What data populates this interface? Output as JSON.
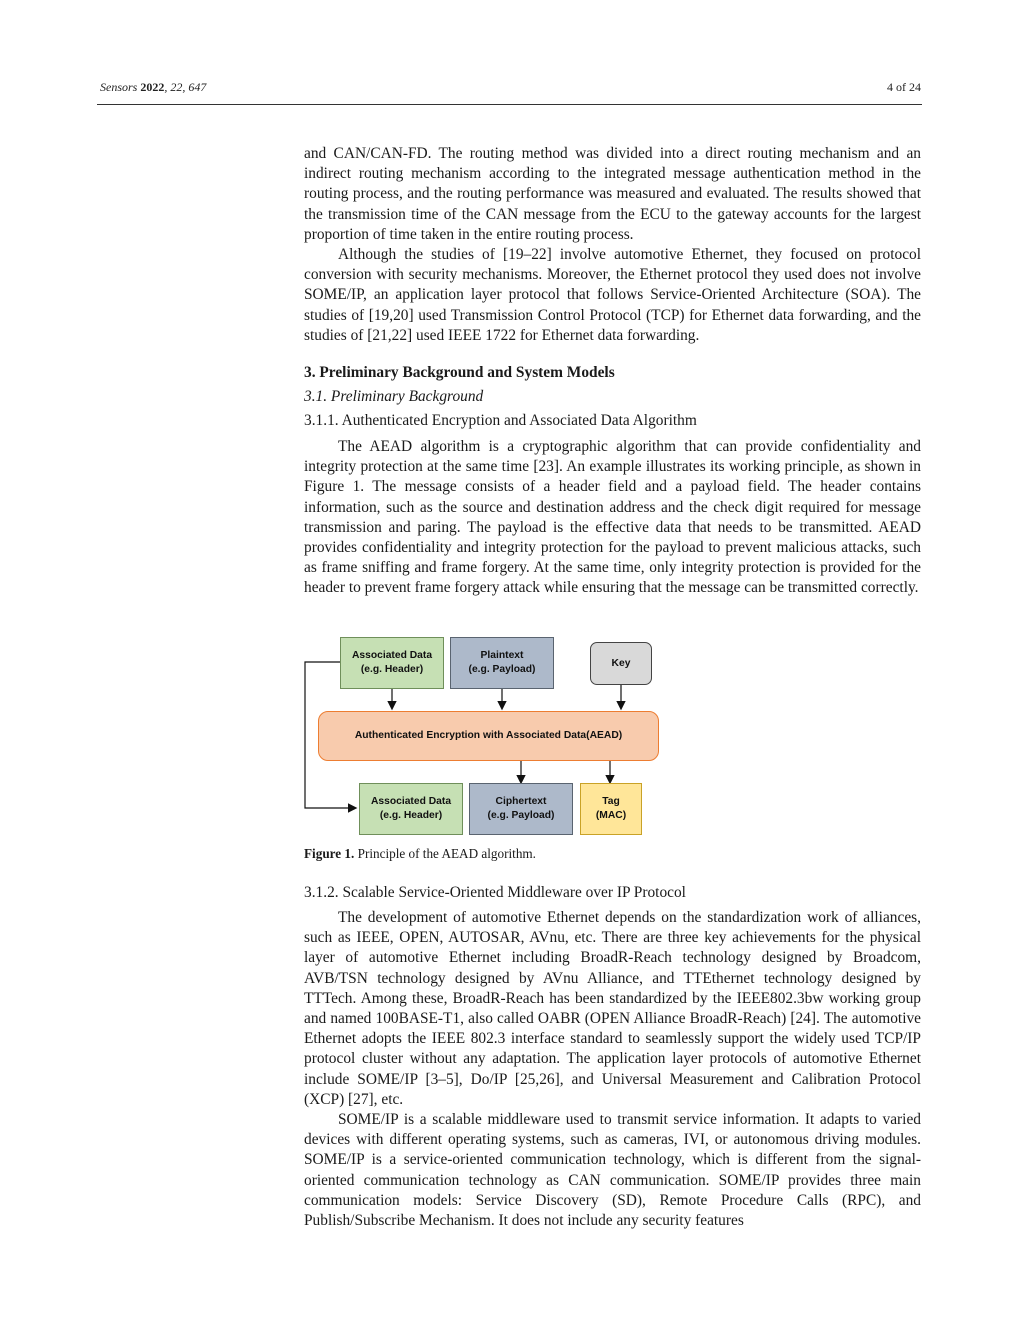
{
  "header": {
    "journal": "Sensors",
    "year": "2022",
    "volume_pages": ", 22, 647",
    "page_of": "4  of  24"
  },
  "body": {
    "p1": "and CAN/CAN-FD. The routing method was divided into a direct routing mechanism and an indirect routing mechanism according to the integrated message authentication method in the routing process, and the routing performance was measured and evaluated. The re­sults showed that the transmission time of the CAN message from the ECU to the gateway accounts for the largest proportion of time taken in the entire routing process.",
    "p2": "Although the studies of [19–22] involve automotive Ethernet, they focused on protocol conversion with security mechanisms. Moreover, the Ethernet protocol they used does not involve SOME/IP, an application layer protocol that follows Service-Oriented Architecture (SOA). The studies of [19,20] used Transmission Control Protocol (TCP) for Ethernet data for­warding, and the studies of [21,22] used IEEE 1722 for Ethernet data forwarding.",
    "section_heading": "3. Preliminary Background and System Models",
    "subsection_heading": "3.1. Preliminary Background",
    "subsubsection1_heading": "3.1.1. Authenticated Encryption and Associated Data Algorithm",
    "p3": "The AEAD algorithm is a cryptographic algorithm that can provide confidentiality and integrity protection at the same time [23]. An example illustrates its working princi­ple, as shown in Figure 1. The message consists of a header field and a payload field. The header contains information, such as the source and destination address and the check digit required for message transmission and paring. The payload is the effective data that needs to be transmitted. AEAD provides confidentiality and integrity protection for the payload to prevent malicious attacks, such as frame sniffing and frame forgery. At the same time, only integrity protection is provided for the header to prevent frame forgery attack while ensuring that the message can be transmitted correctly.",
    "subsubsection2_heading": "3.1.2. Scalable Service-Oriented Middleware over IP Protocol",
    "p4": "The development of automotive Ethernet depends on the standardization work of alliances, such as IEEE, OPEN, AUTOSAR, AVnu, etc. There are three key achievements for the physical layer of automotive Ethernet including BroadR-Reach technology de­signed by Broadcom, AVB/TSN technology designed by AVnu Alliance, and TTEthernet technology designed by TTTech. Among these, BroadR-Reach has been standardized by the IEEE802.3bw working group and named 100BASE-T1, also called OABR (OPEN Alli­ance BroadR-Reach) [24]. The automotive Ethernet adopts the IEEE 802.3 interface stand­ard to seamlessly support the widely used TCP/IP protocol cluster without any adaptation. The application layer protocols of automotive Ethernet include SOME/IP [3–5], Do/IP [25,26], and Universal Measurement and Calibration Protocol (XCP) [27], etc.",
    "p5": "SOME/IP is a scalable middleware used to transmit service information. It adapts to varied devices with different operating systems, such as cameras, IVI, or autonomous driv­ing modules. SOME/IP is a service-oriented communication technology, which is different from the signal-oriented communication technology as CAN communication. SOME/IP provides three main communication models: Service Discovery (SD), Remote Procedure Calls (RPC), and Publish/Subscribe Mechanism. It does not include any security features"
  },
  "figure": {
    "boxes": {
      "assoc_in": "Associated Data\n(e.g. Header)",
      "plaintext": "Plaintext\n(e.g. Payload)",
      "key": "Key",
      "aead": "Authenticated Encryption with Associated Data(AEAD)",
      "assoc_out": "Associated Data\n(e.g. Header)",
      "ciphertext": "Ciphertext\n(e.g. Payload)",
      "tag": "Tag\n(MAC)"
    },
    "colors": {
      "green": "#c6e0b4",
      "blue_gray": "#adb9ca",
      "gray": "#d9d9d9",
      "orange": "#f8cbad",
      "orange_border": "#ed7d31",
      "yellow": "#ffe699"
    },
    "caption_label": "Figure 1.",
    "caption_text": " Principle of the AEAD algorithm."
  }
}
